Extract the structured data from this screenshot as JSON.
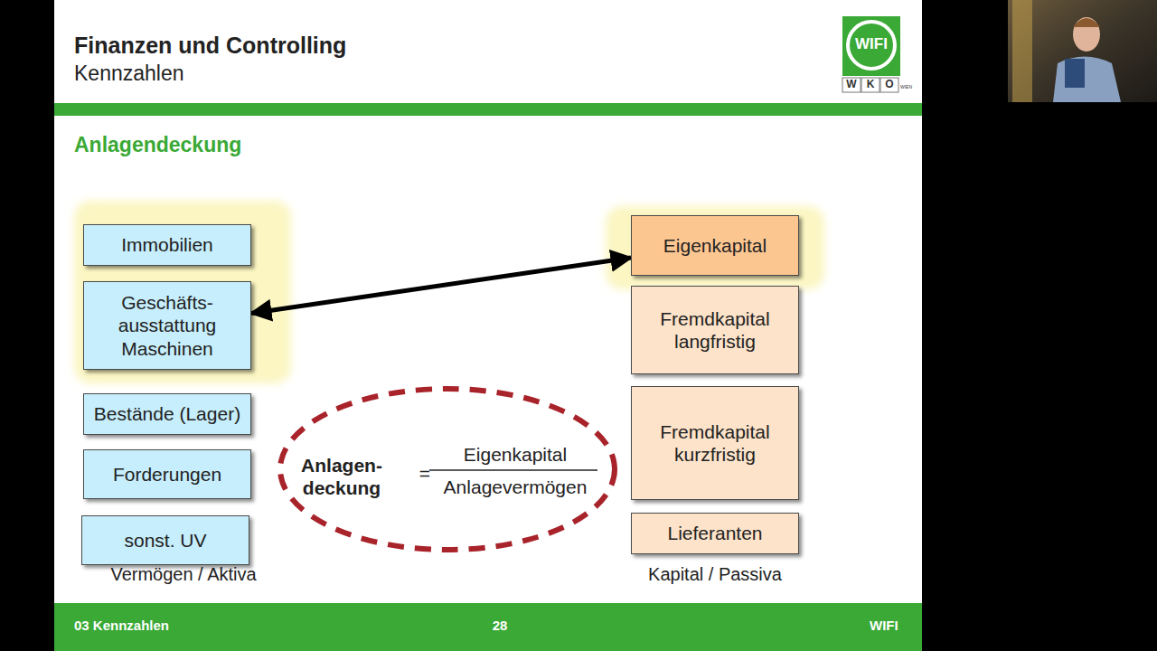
{
  "diagram": {
    "title": "Finanzen und Controlling",
    "nodes": [
      {
        "text": [
          "Immobilien"
        ]
      },
      {
        "text": [
          "Geschäfts- ausstattung Maschinen"
        ]
      },
      {
        "text": [
          "Bestände (Lager)"
        ]
      },
      {
        "text": [
          "Forderungen"
        ]
      },
      {
        "text": [
          "sonst. UV"
        ]
      },
      {
        "text": [
          "Anlagen- deckung",
          "=",
          "Eigenkapital",
          "Anlagevermögen"
        ]
      },
      {
        "text": [
          "Eigenkapital"
        ]
      },
      {
        "text": [
          "Fremdkapital langfristig"
        ]
      },
      {
        "text": [
          "Fremdkapital kurzfristig"
        ]
      },
      {
        "text": [
          "Lieferanten"
        ]
      }
    ],
    "edges": [
      {
        "from": 1,
        "to": 6,
        "arrow": "both"
      }
    ],
    "labels": [
      "Kennzahlen",
      "Anlagendeckung",
      "WIFI",
      "W",
      "K",
      "O",
      "WIEN",
      "Vermögen / Aktiva",
      "Kapital / Passiva",
      "03 Kennzahlen",
      "28",
      "WIFI"
    ]
  }
}
